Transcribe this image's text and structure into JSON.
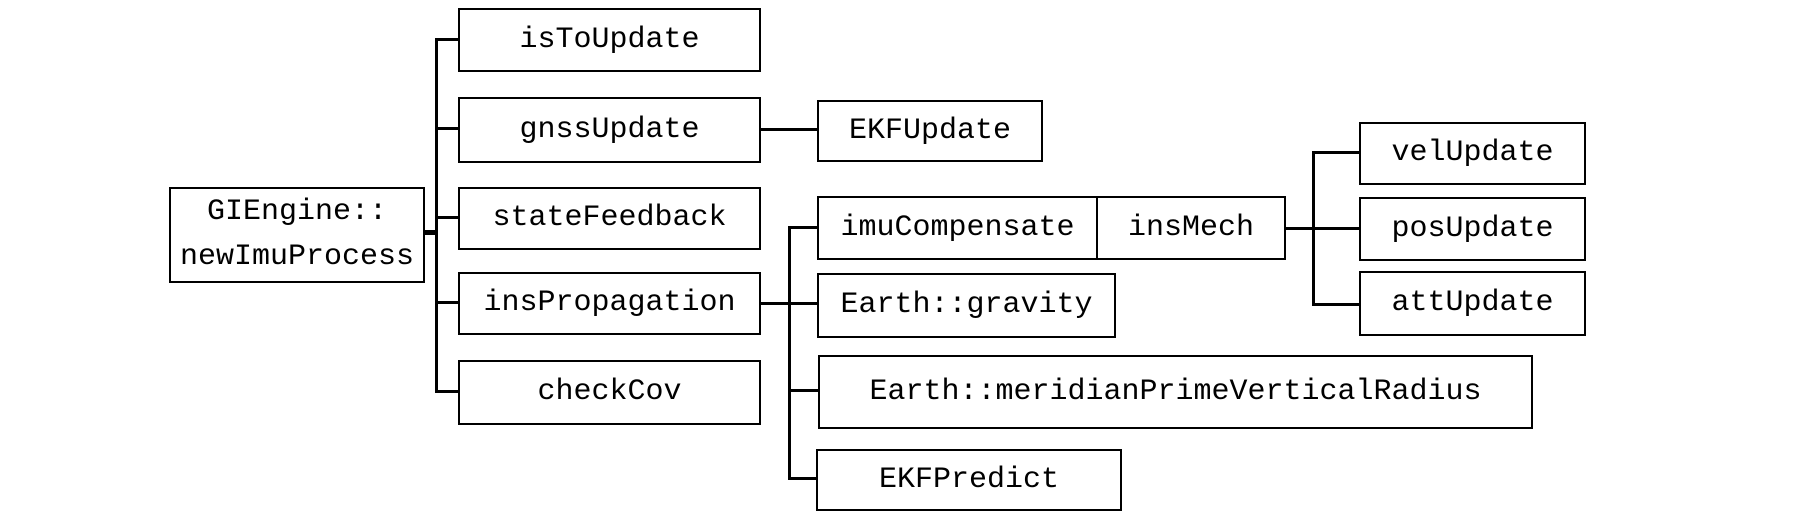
{
  "colors": {
    "border": "#000000",
    "background": "#ffffff",
    "text": "#000000"
  },
  "diagram": {
    "type": "call-tree",
    "nodes": {
      "root": {
        "label": "GIEngine::\nnewImuProcess"
      },
      "isToUpdate": {
        "label": "isToUpdate"
      },
      "gnssUpdate": {
        "label": "gnssUpdate"
      },
      "stateFeedback": {
        "label": "stateFeedback"
      },
      "insPropagation": {
        "label": "insPropagation"
      },
      "checkCov": {
        "label": "checkCov"
      },
      "ekfUpdate": {
        "label": "EKFUpdate"
      },
      "imuCompensate": {
        "label": "imuCompensate"
      },
      "insMech": {
        "label": "insMech"
      },
      "earthGravity": {
        "label": "Earth::gravity"
      },
      "earthMeridian": {
        "label": "Earth::meridianPrimeVerticalRadius"
      },
      "ekfPredict": {
        "label": "EKFPredict"
      },
      "velUpdate": {
        "label": "velUpdate"
      },
      "posUpdate": {
        "label": "posUpdate"
      },
      "attUpdate": {
        "label": "attUpdate"
      }
    },
    "edges": [
      {
        "from": "GIEngine::newImuProcess",
        "to": "isToUpdate"
      },
      {
        "from": "GIEngine::newImuProcess",
        "to": "gnssUpdate"
      },
      {
        "from": "GIEngine::newImuProcess",
        "to": "stateFeedback"
      },
      {
        "from": "GIEngine::newImuProcess",
        "to": "insPropagation"
      },
      {
        "from": "GIEngine::newImuProcess",
        "to": "checkCov"
      },
      {
        "from": "gnssUpdate",
        "to": "EKFUpdate"
      },
      {
        "from": "insPropagation",
        "to": "imuCompensate"
      },
      {
        "from": "imuCompensate",
        "to": "insMech"
      },
      {
        "from": "insPropagation",
        "to": "Earth::gravity"
      },
      {
        "from": "insPropagation",
        "to": "Earth::meridianPrimeVerticalRadius"
      },
      {
        "from": "insPropagation",
        "to": "EKFPredict"
      },
      {
        "from": "insMech",
        "to": "velUpdate"
      },
      {
        "from": "insMech",
        "to": "posUpdate"
      },
      {
        "from": "insMech",
        "to": "attUpdate"
      }
    ]
  }
}
